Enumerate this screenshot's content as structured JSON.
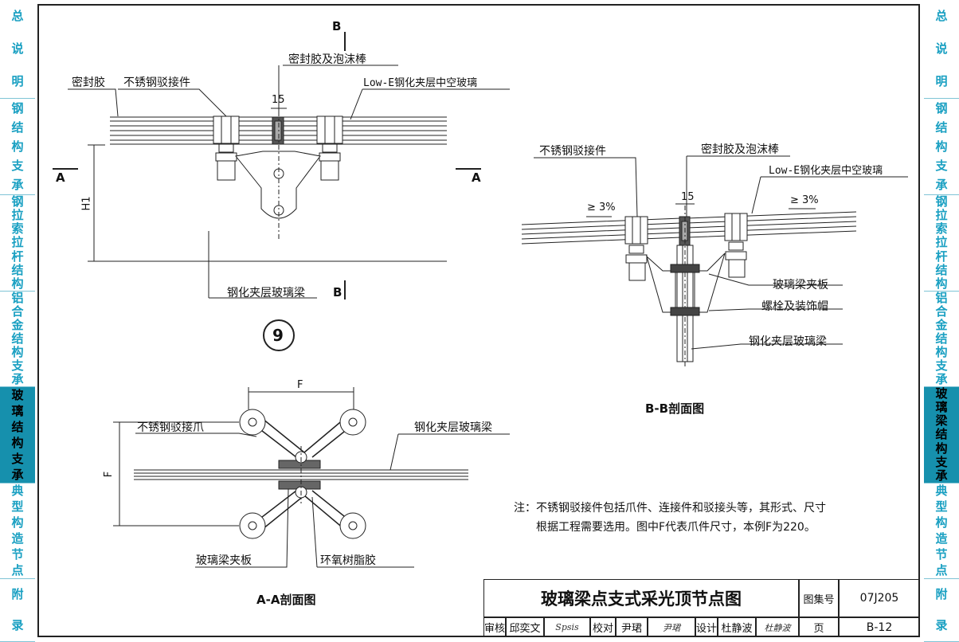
{
  "sidebar": {
    "sections": [
      {
        "chars": [
          "总",
          "说",
          "明"
        ]
      },
      {
        "chars": [
          "钢",
          "结",
          "构",
          "支",
          "承"
        ]
      },
      {
        "chars": [
          "钢",
          "拉",
          "索",
          "拉",
          "杆",
          "结",
          "构"
        ]
      },
      {
        "chars": [
          "铝",
          "合",
          "金",
          "结",
          "构",
          "支",
          "承"
        ]
      },
      {
        "chars": [
          "玻",
          "璃",
          "结",
          "构",
          "支",
          "承"
        ],
        "active": true
      },
      {
        "chars": [
          "典",
          "型",
          "构",
          "造",
          "节",
          "点"
        ]
      },
      {
        "chars": [
          "附",
          "录"
        ]
      }
    ],
    "right_active_chars": [
      "玻",
      "璃",
      "梁",
      "结",
      "构",
      "支",
      "承"
    ]
  },
  "detail9": {
    "section_mark_b": "B",
    "section_mark_a": "A",
    "label_sealant": "密封胶",
    "label_connector": "不锈钢驳接件",
    "label_sealant_foam": "密封胶及泡沫棒",
    "label_glass": "Low-E钢化夹层中空玻璃",
    "dim_15": "15",
    "dim_h1": "H1",
    "label_beam": "钢化夹层玻璃梁",
    "number": "9"
  },
  "section_bb": {
    "label_connector": "不锈钢驳接件",
    "label_sealant_foam": "密封胶及泡沫棒",
    "label_glass": "Low-E钢化夹层中空玻璃",
    "slope_left": "≥ 3%",
    "slope_right": "≥ 3%",
    "dim_15": "15",
    "label_clamp": "玻璃梁夹板",
    "label_bolt": "螺栓及装饰帽",
    "label_beam": "钢化夹层玻璃梁",
    "title": "B-B剖面图"
  },
  "section_aa": {
    "dim_f_top": "F",
    "dim_f_left": "F",
    "label_claw": "不锈钢驳接爪",
    "label_beam": "钢化夹层玻璃梁",
    "label_clamp": "玻璃梁夹板",
    "label_epoxy": "环氧树脂胶",
    "title": "A-A剖面图"
  },
  "note": {
    "line1": "注：不锈钢驳接件包括爪件、连接件和驳接头等，其形式、尺寸",
    "line2": "根据工程需要选用。图中F代表爪件尺寸，本例F为220。"
  },
  "title_block": {
    "title": "玻璃梁点支式采光顶节点图",
    "atlas_label": "图集号",
    "atlas_no": "07J205",
    "review_label": "审核",
    "review_name": "邱奕文",
    "review_sig": "Spsis",
    "check_label": "校对",
    "check_name": "尹珺",
    "check_sig": "尹珺",
    "design_label": "设计",
    "design_name": "杜静波",
    "design_sig": "杜静波",
    "page_label": "页",
    "page_no": "B-12"
  }
}
